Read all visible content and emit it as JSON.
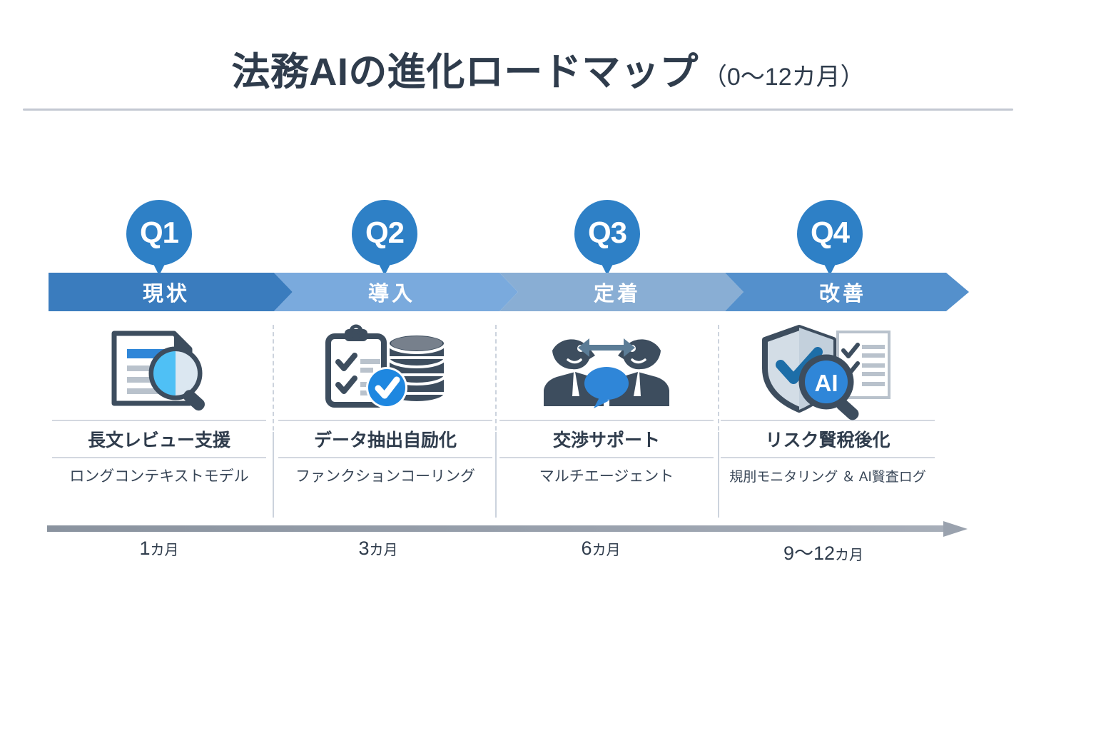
{
  "header": {
    "title_main": "法務AIの進化ロードマップ",
    "title_sub": "（0〜12カ月）"
  },
  "colors": {
    "badge_blue": "#2e80c6",
    "chevron_1": "#3a7cbe",
    "chevron_2": "#7aaadd",
    "chevron_3": "#89aed4",
    "chevron_4": "#5490cc",
    "accent_blue": "#2f86d8",
    "icon_slate": "#3d4d5e",
    "rule_gray": "#c3c8d2",
    "timeline_gray": "#9aa2ae",
    "text_dark": "#2f3c4c"
  },
  "stages": [
    {
      "quarter": "Q1",
      "phase": "現状",
      "icon": "document-magnifier-icon",
      "title": "長文レビュー支援",
      "subtitle": "ロングコンテキストモデル",
      "timeline": "1",
      "timeline_unit": "カ月"
    },
    {
      "quarter": "Q2",
      "phase": "導入",
      "icon": "clipboard-database-check-icon",
      "title": "データ抽出自励化",
      "subtitle": "ファンクションコーリング",
      "timeline": "3",
      "timeline_unit": "カ月"
    },
    {
      "quarter": "Q3",
      "phase": "定着",
      "icon": "two-people-negotiation-icon",
      "title": "交渉サポート",
      "subtitle": "マルチエージェント",
      "timeline": "6",
      "timeline_unit": "カ月"
    },
    {
      "quarter": "Q4",
      "phase": "改善",
      "icon": "shield-ai-audit-icon",
      "title": "リスク贀稅後化",
      "subtitle": "規刖モニタリング ＆ AI贀査ログ",
      "timeline": "9〜12",
      "timeline_unit": "カ月"
    }
  ]
}
